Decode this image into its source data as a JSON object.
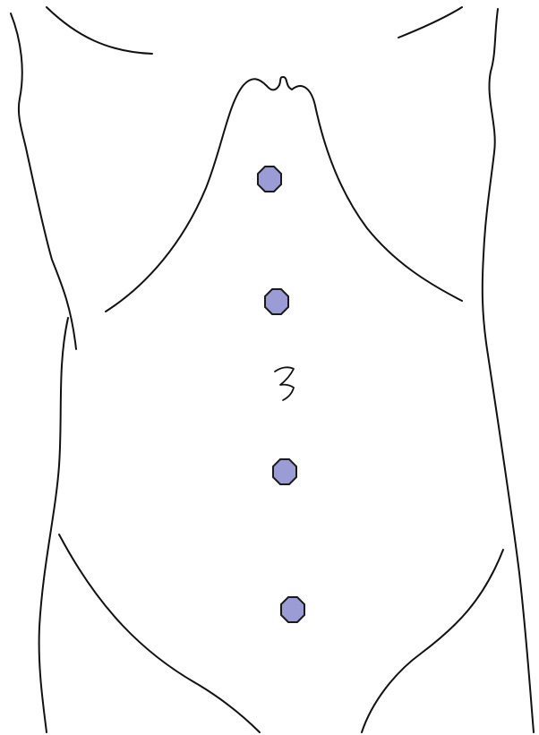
{
  "diagram": {
    "markers": [
      {
        "id": "upper-epigastric"
      },
      {
        "id": "lower-epigastric"
      },
      {
        "id": "infraumbilical"
      },
      {
        "id": "suprapubic"
      }
    ],
    "colors": {
      "outline": "#111111",
      "marker_fill": "#9b9bd6",
      "marker_stroke": "#1a1a1a",
      "background": "#ffffff"
    },
    "umbilicus_symbol": "navel-glyph"
  }
}
